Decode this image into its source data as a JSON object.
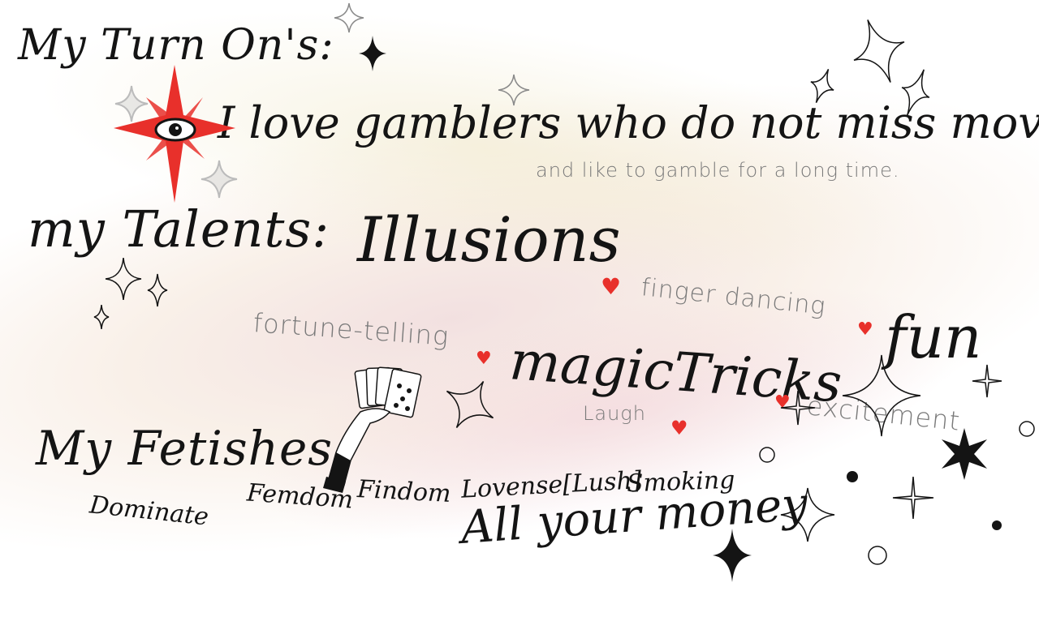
{
  "headings": {
    "turn_ons": "My Turn On's:",
    "talents": "my Talents:",
    "fetishes": "My Fetishes:"
  },
  "turn_ons": {
    "main": "I love gamblers who do not miss moves",
    "sub": "and like to gamble for a long time."
  },
  "talents": {
    "illusions": "Illusions",
    "finger_dancing": "finger dancing",
    "fun": "fun",
    "fortune_telling": "fortune-telling",
    "magic_tricks": "magicTricks",
    "laugh": "Laugh",
    "excitement": "excitement"
  },
  "fetishes": {
    "dominate": "Dominate",
    "femdom": "Femdom",
    "findom": "Findom",
    "lovense": "Lovense[Lush]",
    "smoking": "Smoking",
    "money": "All your money"
  },
  "icons": [
    "red-star-eye-icon",
    "sparkle-icon",
    "heart-icon",
    "hand-holding-cards-icon",
    "circle-icon",
    "dot-icon"
  ],
  "colors": {
    "accent_red": "#e8302b",
    "ink": "#141414",
    "muted": "#7a7a7a"
  }
}
